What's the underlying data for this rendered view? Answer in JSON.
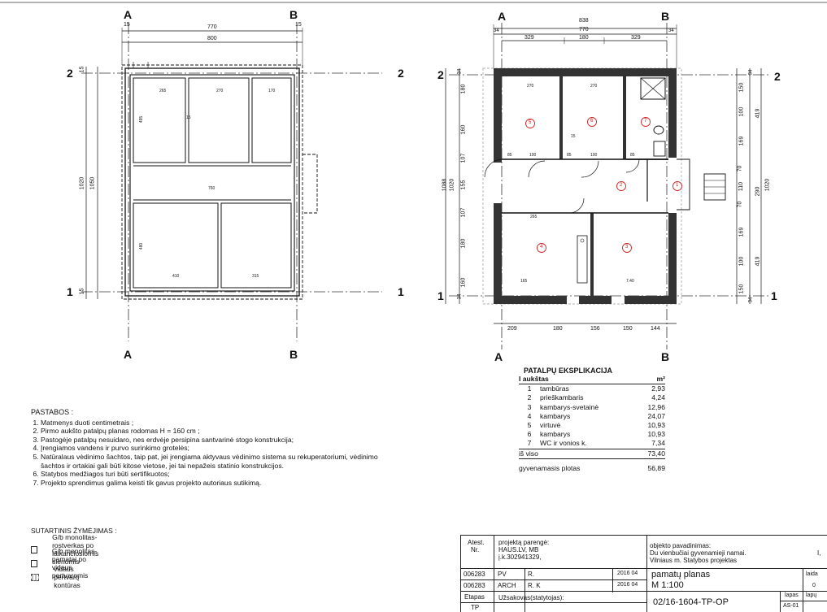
{
  "axes": {
    "a": "A",
    "b": "B",
    "one": "1",
    "two": "2"
  },
  "left_plan": {
    "top_dims": [
      "15",
      "770",
      "15",
      "800"
    ],
    "side_dims": [
      "1020",
      "1050",
      "15",
      "15"
    ],
    "inner": [
      "265",
      "270",
      "170",
      "15",
      "760",
      "410",
      "315",
      "495",
      "480"
    ]
  },
  "right_plan": {
    "top_dims": [
      "838",
      "34",
      "770",
      "34",
      "329",
      "180",
      "329"
    ],
    "bottom_dims": [
      "209",
      "180",
      "156",
      "150",
      "144"
    ],
    "left_dims": [
      "34",
      "180",
      "160",
      "107",
      "155",
      "107",
      "180",
      "160",
      "34",
      "1088",
      "1020"
    ],
    "right_dims": [
      "34",
      "150",
      "419",
      "100",
      "169",
      "70",
      "110",
      "290",
      "70",
      "169",
      "100",
      "419",
      "150",
      "34",
      "1020"
    ],
    "inner": [
      "270",
      "270",
      "85",
      "100",
      "85",
      "100",
      "85",
      "265",
      "165",
      "7.40",
      "15"
    ],
    "room_numbers": [
      "5",
      "6",
      "7",
      "2",
      "1",
      "4",
      "3"
    ]
  },
  "notes": {
    "title": "PASTABOS :",
    "items": [
      "Matmenys duoti centimetrais ;",
      "Pirmo aukšto patalpų planas rodomas H = 160 cm ;",
      "Pastogėje patalpų nesuidaro, nes erdvėje persipina santvarinė stogo konstrukcija;",
      "Įrengiamos vandens ir purvo surinkimo grotelės;",
      "Natūralaus vėdinimo šachtos, taip pat, jei įrengiama aktyvaus vėdinimo sistema su rekuperatoriumi, vėdinimo šachtos ir ortakiai gali būti kitose vietose, jei tai nepažeis statinio konstrukcijos.",
      "Statybos medžiagos turi būti sertifikuotos;",
      "Projekto sprendimus galima keisti tik gavus projekto autoriaus sutikimą."
    ]
  },
  "legend": {
    "title": "SUTARTINIS ŽYMĖJIMAS :",
    "items": [
      "G/b monolitas- rostverkas po laikančiosiomis sienomis",
      "G/b monolitas- pamatai po vidaus pertvaromis",
      "vidaus pertvarų kontūras"
    ]
  },
  "explication": {
    "title": "PATALPŲ EKSPLIKACIJA",
    "floor": "I aukštas",
    "unit": "m²",
    "rooms": [
      {
        "no": "1",
        "name": "tambūras",
        "area": "2,93"
      },
      {
        "no": "2",
        "name": "prieškambaris",
        "area": "4,24"
      },
      {
        "no": "3",
        "name": "kambarys-svetainė",
        "area": "12,96"
      },
      {
        "no": "4",
        "name": "kambarys",
        "area": "24,07"
      },
      {
        "no": "5",
        "name": "virtuvė",
        "area": "10,93"
      },
      {
        "no": "6",
        "name": "kambarys",
        "area": "10,93"
      },
      {
        "no": "7",
        "name": "WC ir vonios k.",
        "area": "7,34"
      }
    ],
    "total_label": "iš viso",
    "total": "73,40",
    "living_label": "gyvenamasis plotas",
    "living": "56,89"
  },
  "titleblock": {
    "atest": "Atest.",
    "nr": "Nr.",
    "prepared_label": "projektą parengė:",
    "company": "HAUS.LV, MB",
    "company_code": "į.k.302941329,",
    "object_label": "objekto pavadinimas:",
    "object_line1": "Du vienbučiai gyvenamieji namai.",
    "object_line2": "Vilniaus m. Statybos  projektas",
    "row1_code": "006283",
    "row1_role": "PV",
    "row1_name": "R.",
    "row1_date": "2016 04",
    "row2_code": "006283",
    "row2_role": "ARCH",
    "row2_name": "R. K",
    "row2_date": "2016 04",
    "sheet_title": "pamatų planas",
    "scale": "M 1:100",
    "etapas": "Etapas",
    "stage": "TP",
    "customer": "Užsakovas(statytojas):",
    "doc_no": "02/16-1604-TP-OP",
    "lapas": "lapas",
    "lapu": "lapų",
    "sheet_no": "AS-01",
    "laida": "laida",
    "edition": "0",
    "mark": "I,"
  }
}
